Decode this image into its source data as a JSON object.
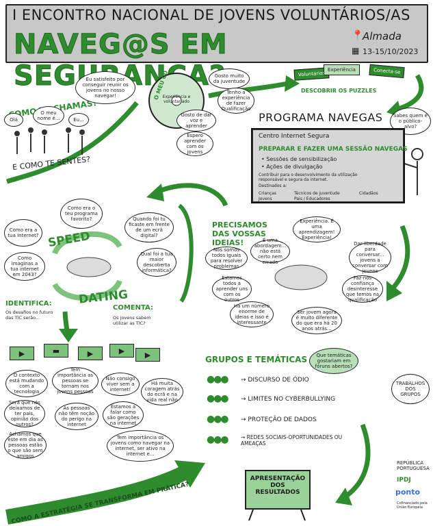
{
  "header": {
    "title": "I ENCONTRO NACIONAL DE JOVENS VOLUNTÁRIOS/AS",
    "main_title": "NAVEG@S EM SEGURANÇA?",
    "location": "Almada",
    "dates": "13-15/10/2023"
  },
  "intro": {
    "como_te_chamas": "COMO TE CHAMAS?",
    "como_te_sentes": "E COMO TE SENTES?",
    "bubble_left": "Olá",
    "bubble_nome": "O meu nome é...",
    "bubble_eu": "Eu...",
    "bubble_satisfeito": "Eu satisfeito por conseguir reunir os jovens no nosso navegar!",
    "bubble_cd_label": "O MEU CD",
    "bubble_cd_text": "Experiência e voluntariado",
    "bubble_gosto": "Gosto muito da juventude",
    "bubble_tenho": "Tenho a experiência de fazer Qualificação",
    "bubble_gosto_dar": "Gosto de dar voz e aprender",
    "bubble_espero": "Espero aprender com os jovens"
  },
  "puzzles": {
    "piece1": "Voluntários",
    "piece2": "Experiência",
    "piece3": "Conecta-se",
    "caption": "DESCOBRIR OS PUZZLES"
  },
  "programa": {
    "title": "PROGRAMA NAVEGAS",
    "org": "Centro Internet Segura",
    "heading": "PREPARAR E FAZER UMA SESSÃO NAVEGAS",
    "items": [
      "Sessões de sensibilização",
      "Ações de divulgação"
    ],
    "contribuir": "Contribuir para o desenvolvimento da utilização responsável e segura da internet.",
    "destinatarios": "Destinados a:",
    "publico": [
      "Crianças",
      "Jovens",
      "Técnicos de juventude",
      "Pais / Educadores",
      "Cidadãos"
    ],
    "question": "Sabes quem é o público-alvo?"
  },
  "speed_dating": {
    "speed": "SPEED",
    "dating": "DATING",
    "b1": "Como era o teu programa favorito?",
    "b2": "Quando foi tu ficaste em frente de um ecrã digital?",
    "b3": "Como era a tua Internet?",
    "b4": "Como imaginas a tua internet em 2043?",
    "b5": "Qual foi a tua maior descoberta informática?",
    "identifica_label": "IDENTIFICA:",
    "identifica_text": "Os desafios no futuro das TIC serão...",
    "comenta_label": "COMENTA:",
    "comenta_text": "Os jovens sabem utilizar as TIC?"
  },
  "ideias": {
    "title": "PRECISAMOS DAS VOSSAS IDEIAS!",
    "b1": "Experiência. É uma aprendizagem! Experiência!",
    "b2": "É uma abordagem... não está certo nem errado",
    "b3": "Nós somos todos iguais para resolver problemas",
    "b4": "Dar liberdade para conversar... jovens a conversar com jovens",
    "b5": "Estamos todos a aprender uns com os outros",
    "b6": "Faz-nos confiança desinteresse que temos na qualificação",
    "b7": "Há um número enorme de ideias e isso é interessante",
    "b8": "Ser jovem agora é muito diferente do que era há 20 anos atrás..."
  },
  "videos": {
    "b1": "O contexto está mudando com a tecnologia",
    "b2": "Tem importância as pessoas se tornam nos jovens pessoas",
    "b3": "Não consigo viver sem a internet!",
    "b4": "Há muita coragem atrás do ecrã e na vida real não",
    "b5": "Será que nós deixamos de ter pais, opinião dos outros?",
    "b6": "As pessoas não têm noção do perigo na internet",
    "b7": "Estamos a falar como são gerações na internet",
    "b8": "Achamos que este em dia as pessoas estão o que são sem amigos",
    "b9": "Tem importância os jovens como navegar na internet, ser ativo na internet e..."
  },
  "grupos": {
    "title": "GRUPOS E TEMÁTICAS",
    "question": "Que temáticas gostariam em fóruns abertos?",
    "items": [
      "DISCURSO DE ÓDIO",
      "LIMITES NO CYBERBULLYING",
      "PROTEÇÃO DE DADOS",
      "REDES SOCIAIS-OPORTUNIDADES OU AMEAÇAS"
    ],
    "trabalhos": "TRABALHOS DOS GRUPOS"
  },
  "final": {
    "arrow_text": "COMO A ESTRATÉGIA SE TRANSFORMA EM PRÁTICA?",
    "apresentacao": "APRESENTAÇÃO DOS RESULTADOS"
  },
  "logos": {
    "republica": "REPÚBLICA PORTUGUESA",
    "ipdj": "IPDJ",
    "ponto": "ponto",
    "eu": "Cofinanciado pela União Europeia"
  },
  "colors": {
    "accent": "#2e8b2e",
    "dark": "#222222",
    "panel": "#c8c8c8"
  }
}
